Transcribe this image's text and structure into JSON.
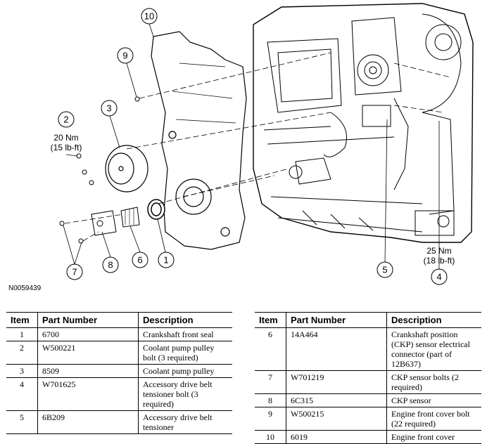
{
  "figure_code": "N0059439",
  "callouts": [
    "1",
    "2",
    "3",
    "4",
    "5",
    "6",
    "7",
    "8",
    "9",
    "10"
  ],
  "torque_2": {
    "nm": "20 Nm",
    "lbft": "(15 lb-ft)"
  },
  "torque_4": {
    "nm": "25 Nm",
    "lbft": "(18 lb-ft)"
  },
  "table": {
    "headers": {
      "item": "Item",
      "part_number": "Part Number",
      "description": "Description"
    },
    "left_rows": [
      {
        "item": "1",
        "part_number": "6700",
        "description": "Crankshaft front seal"
      },
      {
        "item": "2",
        "part_number": "W500221",
        "description": "Coolant pump pulley bolt (3 required)"
      },
      {
        "item": "3",
        "part_number": "8509",
        "description": "Coolant pump pulley"
      },
      {
        "item": "4",
        "part_number": "W701625",
        "description": "Accessory drive belt tensioner bolt (3 required)"
      },
      {
        "item": "5",
        "part_number": "6B209",
        "description": "Accessory drive belt tensioner"
      }
    ],
    "right_rows": [
      {
        "item": "6",
        "part_number": "14A464",
        "description": "Crankshaft position (CKP) sensor electrical connector (part of 12B637)"
      },
      {
        "item": "7",
        "part_number": "W701219",
        "description": "CKP sensor bolts (2 required)"
      },
      {
        "item": "8",
        "part_number": "6C315",
        "description": "CKP sensor"
      },
      {
        "item": "9",
        "part_number": "W500215",
        "description": "Engine front cover bolt (22 required)"
      },
      {
        "item": "10",
        "part_number": "6019",
        "description": "Engine front cover"
      }
    ]
  }
}
